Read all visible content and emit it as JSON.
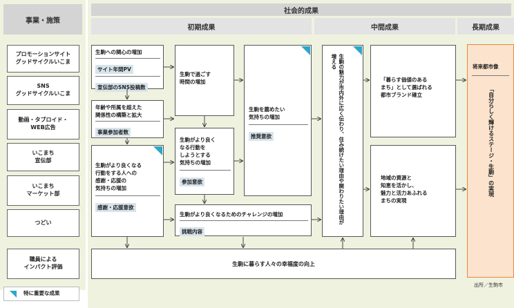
{
  "headers": {
    "activities": "事業・施策",
    "social_outcomes": "社会的成果",
    "initial": "初期成果",
    "intermediate": "中間成果",
    "long_term": "長期成果"
  },
  "activities": [
    {
      "line1": "プロモーションサイト",
      "line2": "グッドサイクルいこま"
    },
    {
      "line1": "SNS",
      "line2": "グッドサイクルいこま"
    },
    {
      "line1": "動画・タブロイド・",
      "line2": "WEB広告"
    },
    {
      "line1": "いこまち",
      "line2": "宣伝部"
    },
    {
      "line1": "いこまち",
      "line2": "マーケット部"
    },
    {
      "line1": "つどい",
      "line2": ""
    },
    {
      "line1": "職員による",
      "line2": "インパクト評価"
    }
  ],
  "initial": {
    "interest": {
      "text": "生駒への関心の増加",
      "tag1": "サイト年間PV",
      "tag2": "宣伝部のSNS投稿数"
    },
    "relations": {
      "text1": "年齢や所属を超えた",
      "text2": "関係性の構築と拡大",
      "tag": "事業参加者数"
    },
    "moving": {
      "text1": "生駒がより良くなる",
      "text2": "行動をする人への",
      "text3": "感謝・応援の",
      "text4": "気持ちの増加",
      "tag": "感謝・応援意欲"
    },
    "timespent": {
      "text1": "生駒で過ごす",
      "text2": "時間の増加"
    },
    "action": {
      "text1": "生駒がより良く",
      "text2": "なる行動を",
      "text3": "しようとする",
      "text4": "気持ちの増加",
      "tag": "参加意欲"
    },
    "recommend": {
      "text1": "生駒を薦めたい",
      "text2": "気持ちの増加",
      "tag": "推奨意欲"
    },
    "challenge": {
      "text": "生駒がより良くなるためのチャレンジの増加",
      "tag": "挑戦内容"
    }
  },
  "spread": {
    "text": "生駒の魅力が市内外に広く伝わり、住み続けたい理由や関わりたい理由が増える"
  },
  "intermediate": {
    "brand": {
      "text1": "「暮らす価値のある",
      "text2": "まち」として選ばれる",
      "text3": "都市ブランド確立"
    },
    "resources": {
      "text1": "地域の資源と",
      "text2": "知恵を活かし、",
      "text3": "魅力と活力あふれる",
      "text4": "まちの実現"
    }
  },
  "long_term": {
    "label": "将来都市像",
    "vision": "「自分らしく輝けるステージ・生駒」の実現"
  },
  "wellbeing": {
    "text": "生駒に暮らす人々の幸福度の向上"
  },
  "legend": {
    "text": "特に重要な成果"
  },
  "source": {
    "text": "出所／生駒市"
  },
  "colors": {
    "accent": "#2fa6c9",
    "tag_bg": "#d8e4ec",
    "panel_bg": "#eff2df",
    "longterm_border": "#e8883a",
    "longterm_bg": "#fbe3cd"
  }
}
